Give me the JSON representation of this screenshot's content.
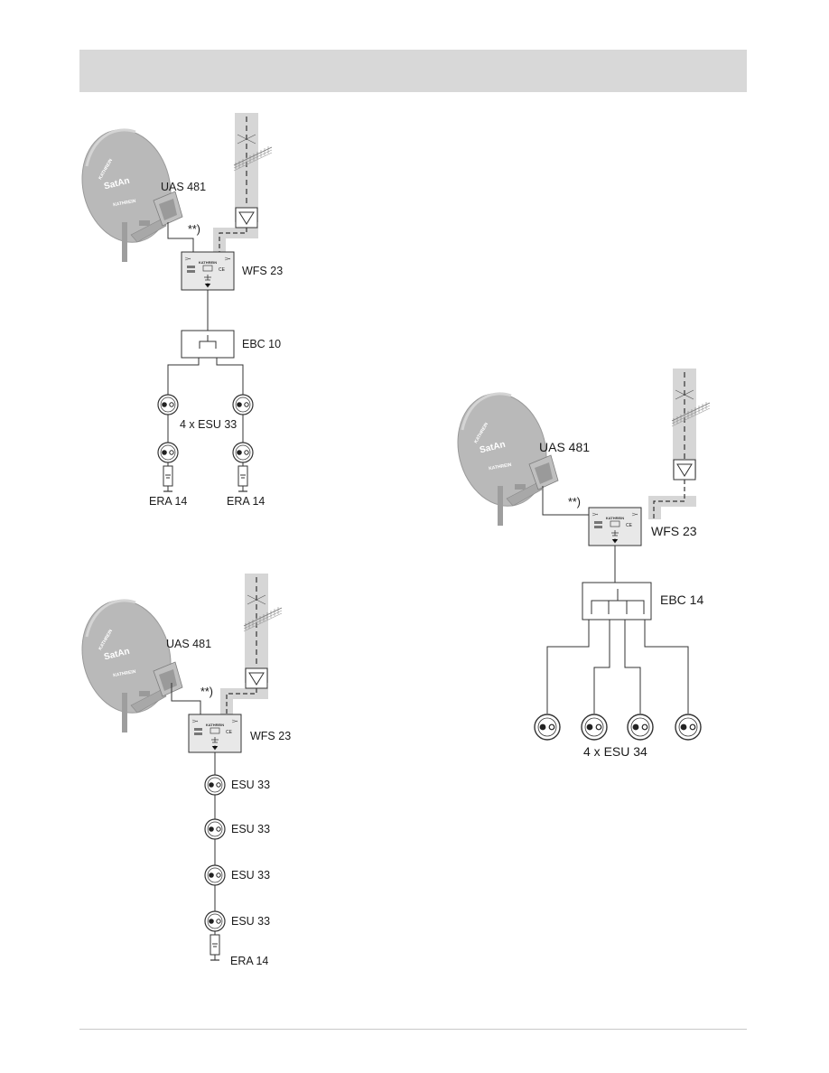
{
  "colors": {
    "header_band": "#d8d8d8",
    "dish": "#b9b9b9",
    "mast_band": "#d6d6d6",
    "line": "#333333"
  },
  "diagram1": {
    "dish_logo": "SatAn",
    "dish_brand_top": "KATHREIN",
    "dish_brand_bottom": "KATHREIN",
    "lnb_label": "UAS 481",
    "cable_note": "**)",
    "multiswitch_label": "WFS 23",
    "multiswitch_brand": "KATHREIN",
    "splitter_label": "EBC 10",
    "outlet_label": "4 x ESU 33",
    "terminator_left_label": "ERA 14",
    "terminator_right_label": "ERA 14"
  },
  "diagram2": {
    "dish_logo": "SatAn",
    "dish_brand_top": "KATHREIN",
    "dish_brand_bottom": "KATHREIN",
    "lnb_label": "UAS 481",
    "cable_note": "**)",
    "multiswitch_label": "WFS 23",
    "multiswitch_brand": "KATHREIN",
    "outlet_1_label": "ESU 33",
    "outlet_2_label": "ESU 33",
    "outlet_3_label": "ESU 33",
    "outlet_4_label": "ESU 33",
    "terminator_label": "ERA 14"
  },
  "diagram3": {
    "dish_logo": "SatAn",
    "dish_brand_top": "KATHREIN",
    "dish_brand_bottom": "KATHREIN",
    "lnb_label": "UAS 481",
    "cable_note": "**)",
    "multiswitch_label": "WFS 23",
    "multiswitch_brand": "KATHREIN",
    "splitter_label": "EBC 14",
    "outlet_label": "4 x ESU 34"
  }
}
